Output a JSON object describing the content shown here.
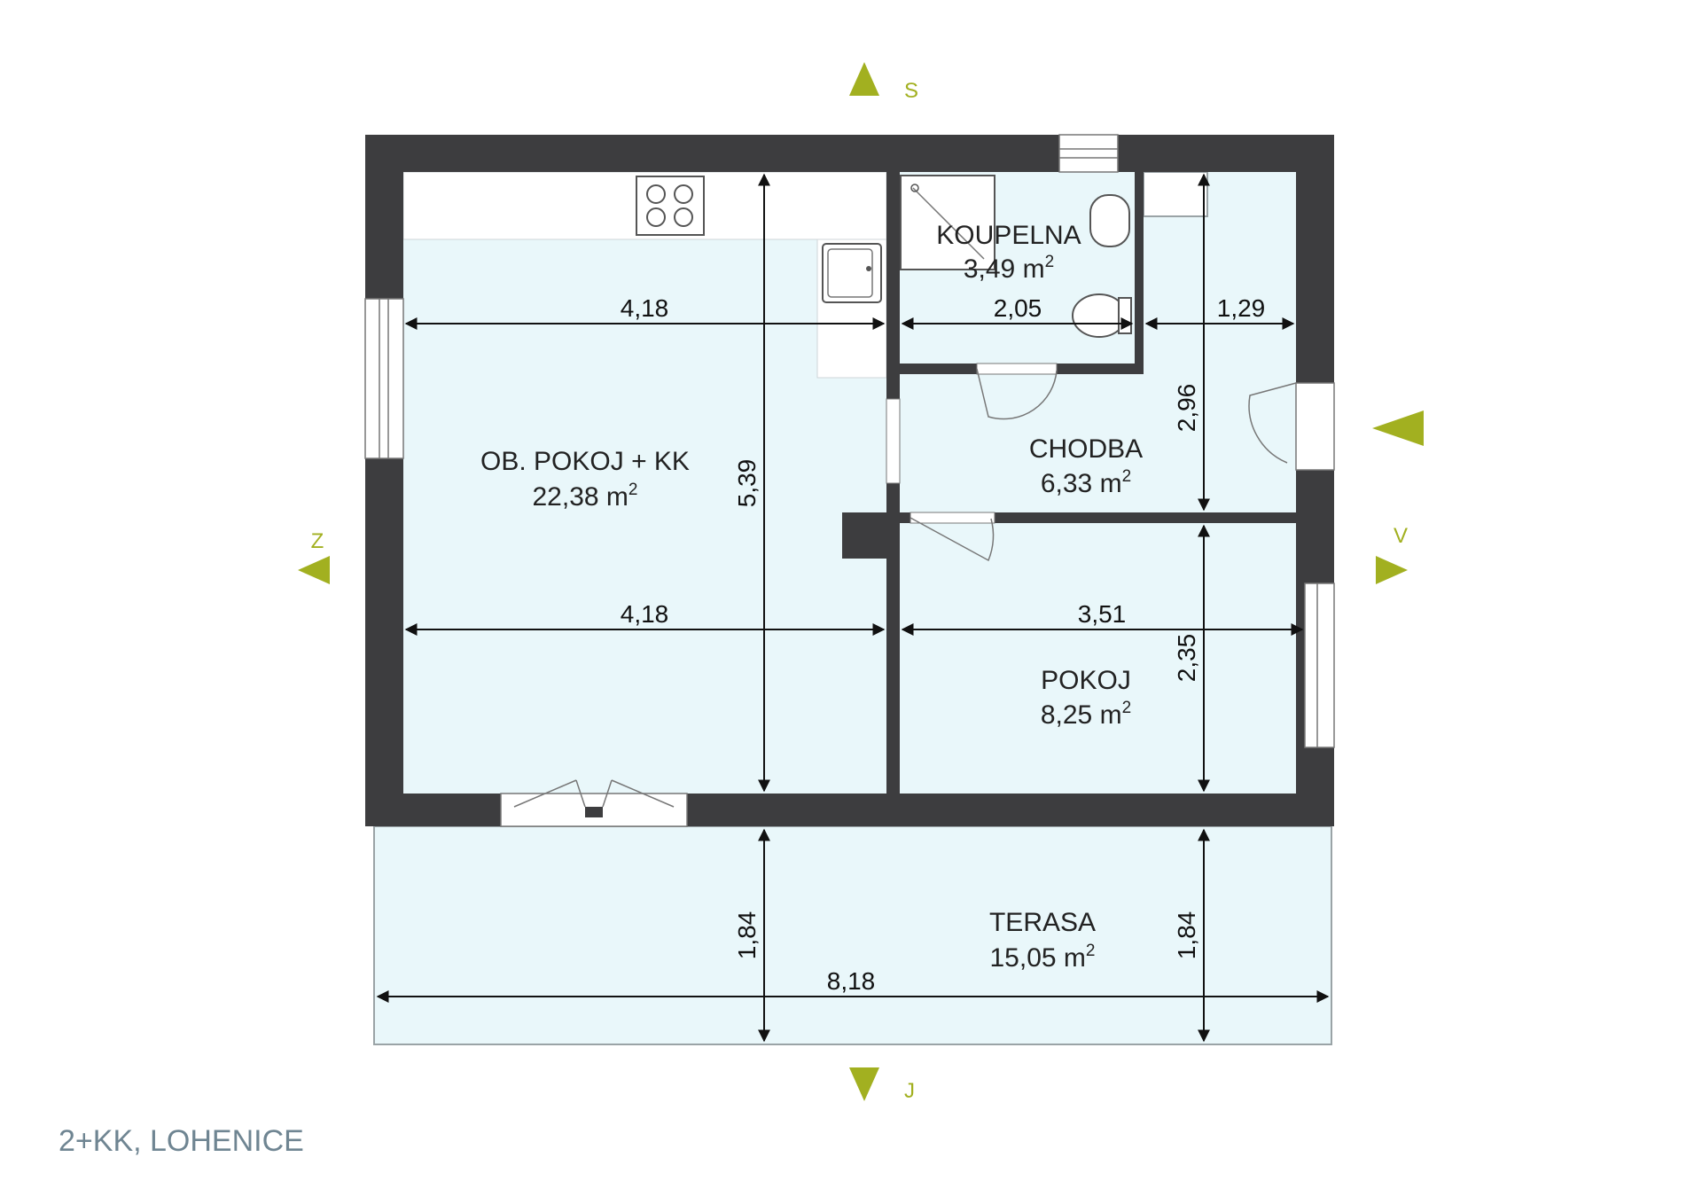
{
  "colors": {
    "wall": "#3d3d3f",
    "floor": "#e9f7fa",
    "accent": "#a2b020",
    "dimension": "#111111",
    "title": "#6f8592"
  },
  "title": "2+KK, LOHENICE",
  "compass": {
    "north": "S",
    "south": "J",
    "west": "Z",
    "east": "V"
  },
  "rooms": {
    "living": {
      "name": "OB. POKOJ + KK",
      "area_value": "22,38 m",
      "area_unit_sup": "2"
    },
    "bathroom": {
      "name": "KOUPELNA",
      "area_value": "3,49 m",
      "area_unit_sup": "2"
    },
    "hallway": {
      "name": "CHODBA",
      "area_value": "6,33 m",
      "area_unit_sup": "2"
    },
    "bedroom": {
      "name": "POKOJ",
      "area_value": "8,25 m",
      "area_unit_sup": "2"
    },
    "terrace": {
      "name": "TERASA",
      "area_value": "15,05 m",
      "area_unit_sup": "2"
    }
  },
  "dimensions": {
    "living_width_top": "4,18",
    "bath_width": "2,05",
    "hall_width_top": "1,29",
    "living_depth": "5,39",
    "hall_depth": "2,96",
    "living_width_bottom": "4,18",
    "bedroom_width": "3,51",
    "bedroom_depth": "2,35",
    "terrace_depth_left": "1,84",
    "terrace_depth_right": "1,84",
    "terrace_width": "8,18"
  }
}
